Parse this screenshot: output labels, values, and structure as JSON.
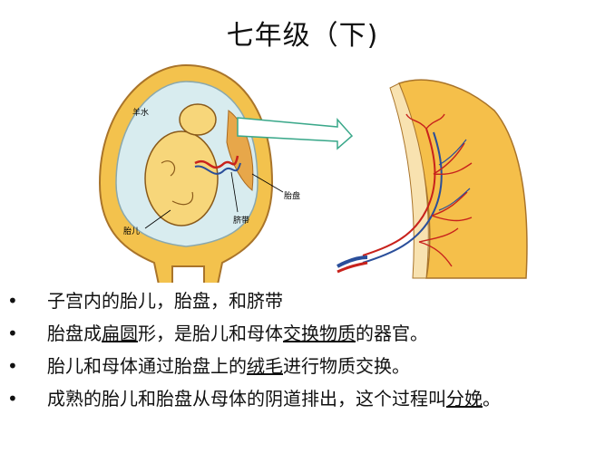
{
  "title": "七年级（下)",
  "figure": {
    "labels": {
      "amniotic_fluid": "羊水",
      "fetus": "胎儿",
      "placenta": "胎盘",
      "umbilical_cord": "脐带"
    },
    "colors": {
      "uterus_wall": "#f3c24d",
      "amniotic": "#d8ecef",
      "fetus": "#f7d67a",
      "artery": "#c8221c",
      "vein": "#2a4e9a",
      "arrow": "#3aa88a",
      "tissue": "#f5bf4a"
    }
  },
  "bullets": [
    {
      "parts": [
        {
          "text": "子宫内的胎儿，胎盘，和脐带"
        }
      ]
    },
    {
      "parts": [
        {
          "text": "胎盘成"
        },
        {
          "text": "扁圆",
          "underline": true
        },
        {
          "text": "形，是胎儿和母体"
        },
        {
          "text": "交换物质",
          "underline": true
        },
        {
          "text": "的器官。"
        }
      ]
    },
    {
      "parts": [
        {
          "text": "胎儿和母体通过胎盘上的"
        },
        {
          "text": "绒毛",
          "underline": true
        },
        {
          "text": "进行物质交换。"
        }
      ]
    },
    {
      "parts": [
        {
          "text": "成熟的胎儿和胎盘从母体的阴道排出，这个过程叫"
        },
        {
          "text": "分娩",
          "underline": true
        },
        {
          "text": "。"
        }
      ]
    }
  ],
  "bullet_symbol": "•"
}
